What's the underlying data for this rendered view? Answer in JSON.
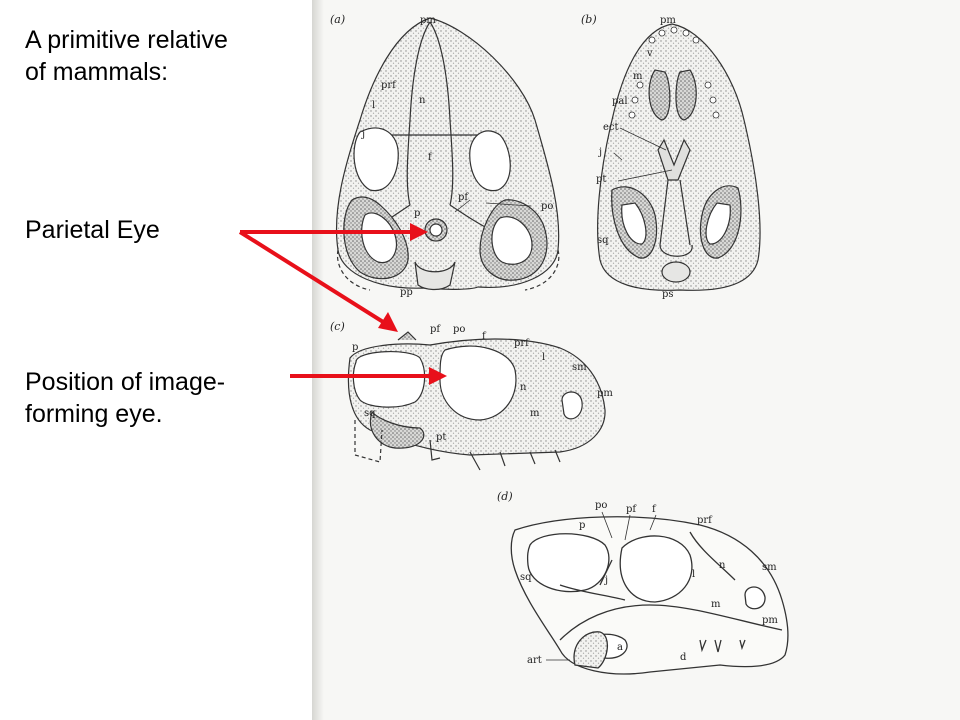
{
  "heading_line1": "A primitive relative",
  "heading_line2": "of mammals:",
  "parietal_label": "Parietal Eye",
  "position_line1": "Position of image-",
  "position_line2": "forming eye.",
  "colors": {
    "arrow": "#e8101a",
    "ink": "#333333",
    "stipple": "#9a9a9a"
  },
  "figure": {
    "panel_a": "(a)",
    "panel_b": "(b)",
    "panel_c": "(c)",
    "panel_d": "(d)",
    "a_labels": {
      "pm": "pm",
      "prf": "prf",
      "l": "l",
      "n": "n",
      "j": "j",
      "f": "f",
      "pf": "pf",
      "po": "po",
      "p": "p",
      "pp": "pp"
    },
    "b_labels": {
      "pm": "pm",
      "v": "v",
      "m": "m",
      "pal": "pal",
      "ect": "ect",
      "j": "j",
      "pt": "pt",
      "sq": "sq",
      "ps": "ps"
    },
    "c_labels": {
      "p": "p",
      "pf": "pf",
      "po": "po",
      "f": "f",
      "prf": "prf",
      "l": "l",
      "sm": "sm",
      "n": "n",
      "pm": "pm",
      "sq": "sq",
      "m": "m",
      "pt": "pt"
    },
    "d_labels": {
      "po": "po",
      "pf": "pf",
      "f": "f",
      "prf": "prf",
      "p": "p",
      "sq": "sq",
      "j": "j",
      "l": "l",
      "n": "n",
      "sm": "sm",
      "m": "m",
      "pm": "pm",
      "art": "art",
      "a": "a",
      "d": "d"
    }
  }
}
